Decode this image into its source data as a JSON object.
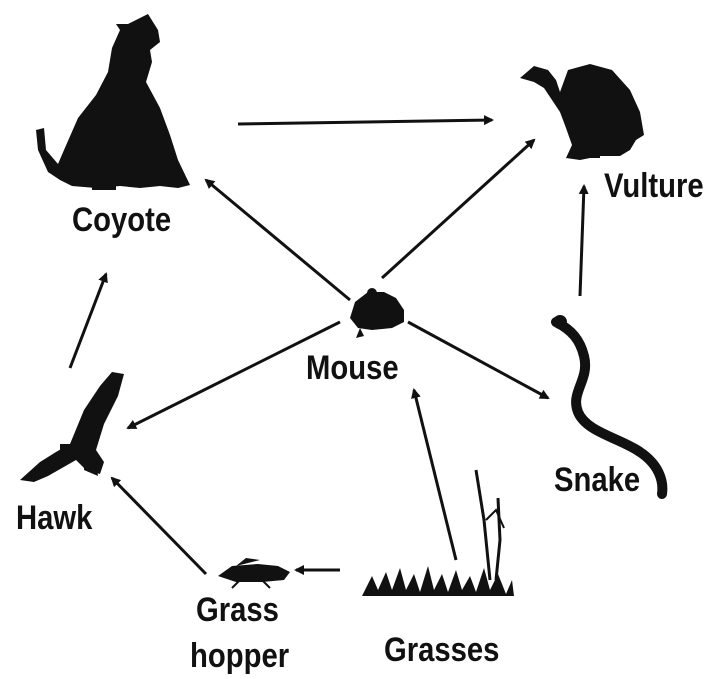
{
  "labels": {
    "coyote": "Coyote",
    "vulture": "Vulture",
    "mouse": "Mouse",
    "hawk": "Hawk",
    "snake": "Snake",
    "grasshopper_line1": "Grass",
    "grasshopper_line2": "hopper",
    "grasses": "Grasses"
  },
  "arrows": [
    {
      "from": "Coyote",
      "to": "Vulture"
    },
    {
      "from": "Mouse",
      "to": "Coyote"
    },
    {
      "from": "Mouse",
      "to": "Vulture"
    },
    {
      "from": "Mouse",
      "to": "Hawk"
    },
    {
      "from": "Mouse",
      "to": "Snake"
    },
    {
      "from": "Snake",
      "to": "Vulture"
    },
    {
      "from": "Hawk",
      "to": "Coyote"
    },
    {
      "from": "Grasshopper",
      "to": "Hawk"
    },
    {
      "from": "Grasses",
      "to": "Grasshopper"
    },
    {
      "from": "Grasses",
      "to": "Mouse"
    }
  ],
  "colors": {
    "ink": "#111111",
    "background": "#ffffff"
  }
}
